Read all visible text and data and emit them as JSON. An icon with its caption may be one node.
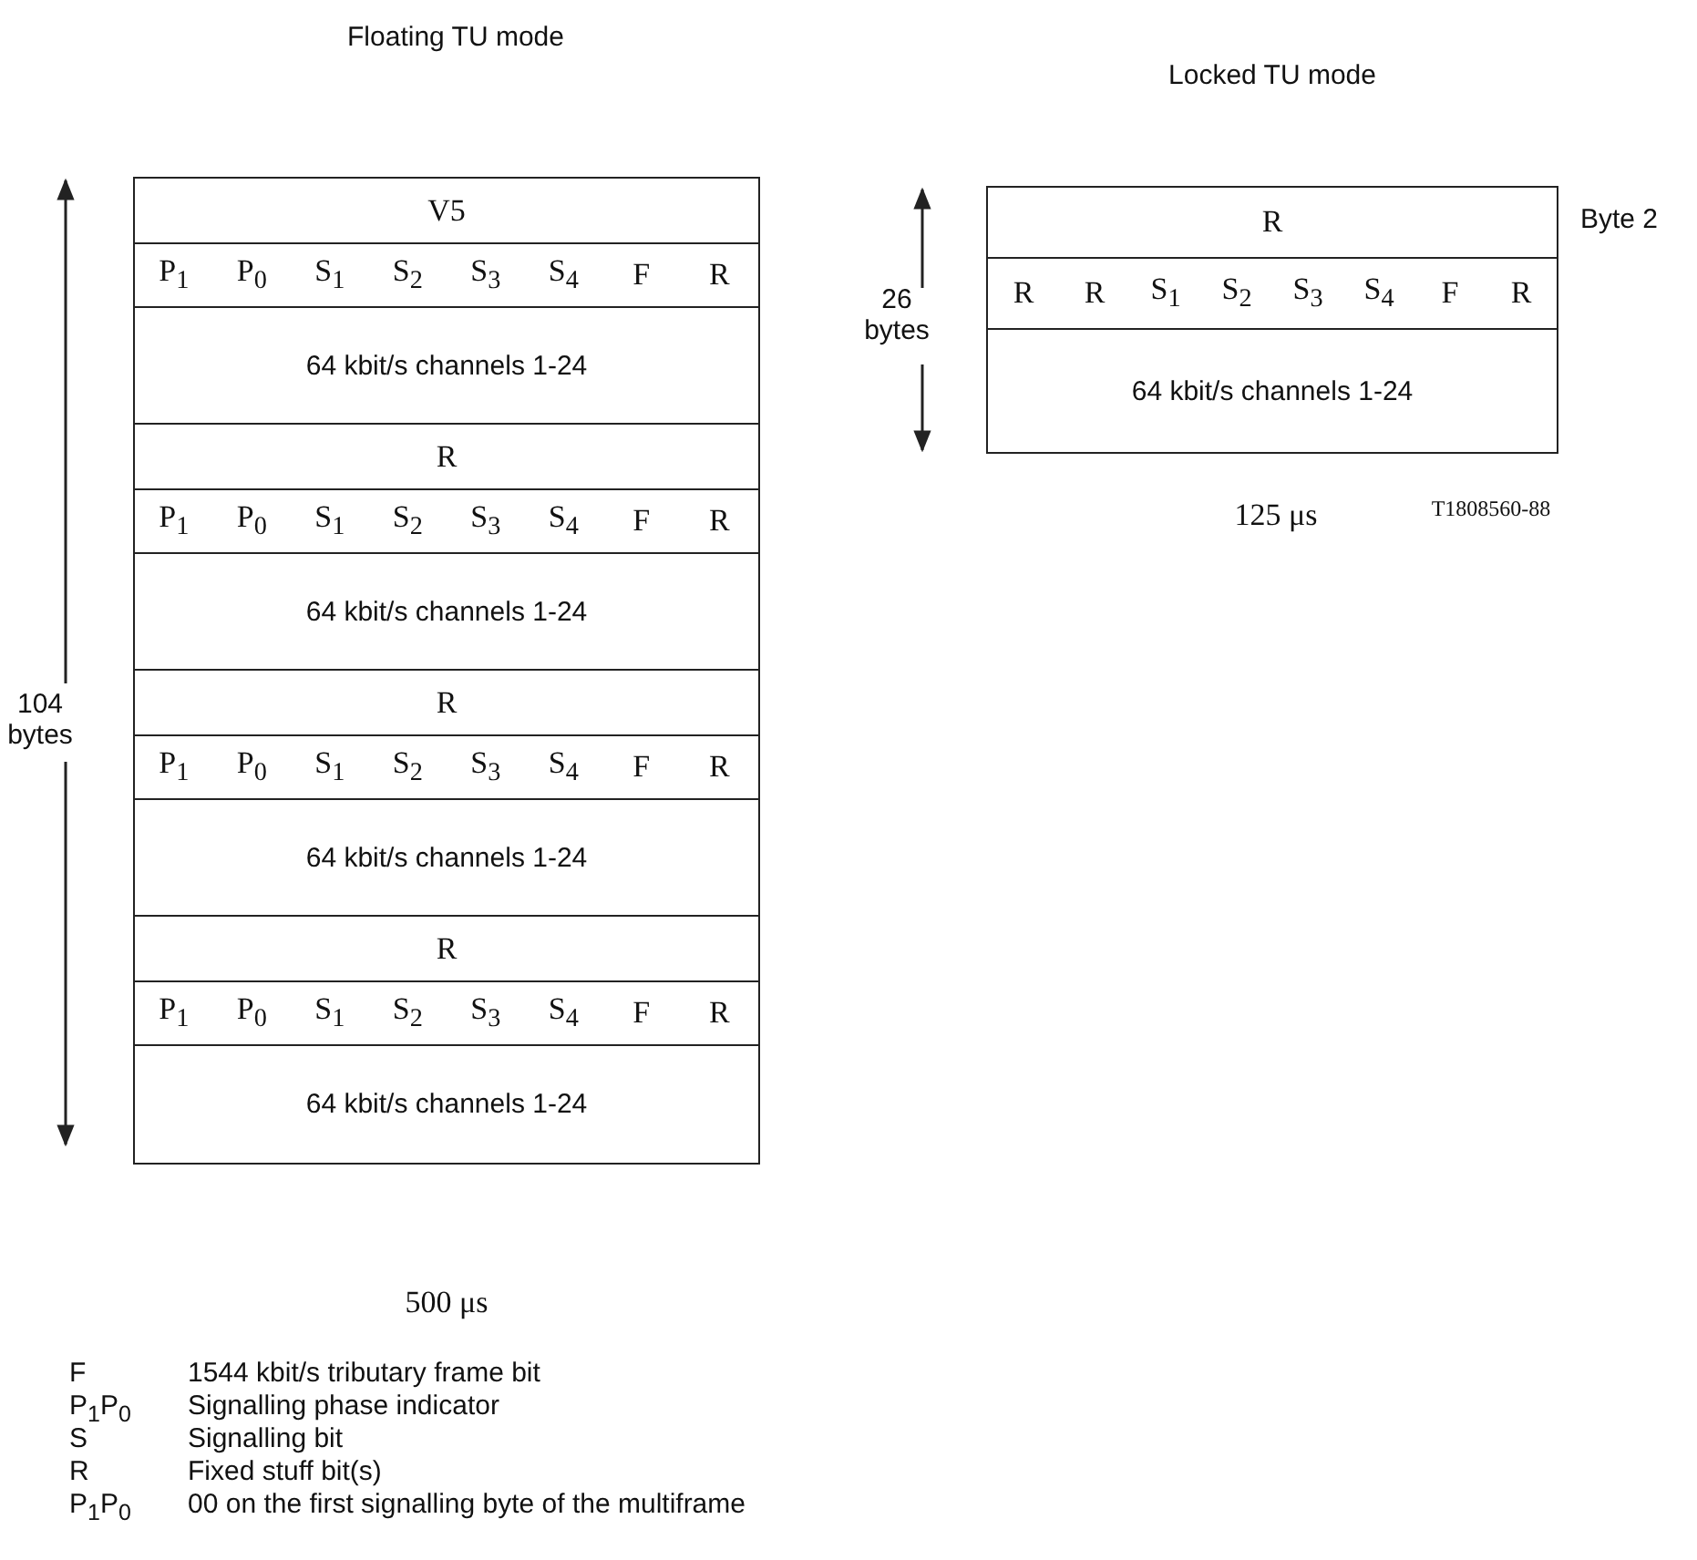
{
  "diagram": {
    "nodes": [
      {
        "text": [
          "V5"
        ]
      },
      {
        "text": [
          "P$_{1}$",
          "P$_{0}$",
          "S$_{1}$",
          "S$_{2}$",
          "S$_{3}$",
          "S$_{4}$",
          "F",
          "R"
        ]
      },
      {
        "text": [
          "64 kbit/s channels 1-24"
        ]
      },
      {
        "text": [
          "R"
        ]
      },
      {
        "text": [
          "P$_{1}$",
          "P$_{0}$",
          "S$_{1}$",
          "S$_{2}$",
          "S$_{3}$",
          "S$_{4}$",
          "F",
          "R"
        ]
      },
      {
        "text": [
          "64 kbit/s channels 1-24"
        ]
      },
      {
        "text": [
          "R"
        ]
      },
      {
        "text": [
          "P$_{1}$",
          "P$_{0}$",
          "S$_{1}$",
          "S$_{2}$",
          "S$_{3}$",
          "S$_{4}$",
          "F",
          "R"
        ]
      },
      {
        "text": [
          "64 kbit/s channels 1-24"
        ]
      },
      {
        "text": [
          "R"
        ]
      },
      {
        "text": [
          "P$_{1}$",
          "P$_{0}$",
          "S$_{1}$",
          "S$_{2}$",
          "S$_{3}$",
          "S$_{4}$",
          "F",
          "R"
        ]
      },
      {
        "text": [
          "64 kbit/s channels 1-24"
        ]
      },
      {
        "text": [
          "R"
        ],
        "beside": [
          "Byte 2"
        ]
      },
      {
        "text": [
          "R",
          "R",
          "S$_{1}$",
          "S$_{2}$",
          "S$_{3}$",
          "S$_{4}$",
          "F",
          "R"
        ]
      },
      {
        "text": [
          "64 kbit/s channels 1-24"
        ]
      }
    ],
    "labels": [
      "Floating TU mode",
      "Locked TU mode",
      "104 bytes",
      "26 bytes",
      "500 μs",
      "125 μs",
      "T1808560-88",
      "F",
      "1544 kbit/s tributary frame bit",
      "P$_{1}$P$_{0}$",
      "Signalling phase indicator",
      "S",
      "Signalling bit",
      "R",
      "Fixed stuff bit(s)",
      "P$_{1}$P$_{0}$",
      "00 on the first signalling byte of the multiframe"
    ]
  }
}
